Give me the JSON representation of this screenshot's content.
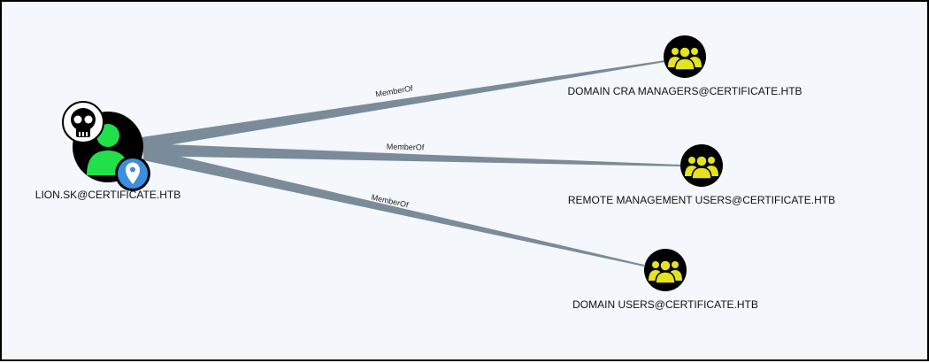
{
  "colors": {
    "background": "#f4f7fb",
    "border": "#000000",
    "edge": "#7a8b99",
    "node_fill": "#000000",
    "user_icon": "#22e04a",
    "group_icon": "#e3e31f",
    "pin": "#3b8fe0"
  },
  "graph": {
    "source": {
      "label": "LION.SK@CERTIFICATE.HTB",
      "type": "user",
      "icons": [
        "skull-icon",
        "user-icon",
        "location-pin-icon"
      ]
    },
    "targets": [
      {
        "id": "cra",
        "label": "DOMAIN CRA MANAGERS@CERTIFICATE.HTB",
        "type": "group",
        "icon": "group-icon"
      },
      {
        "id": "rmu",
        "label": "REMOTE MANAGEMENT USERS@CERTIFICATE.HTB",
        "type": "group",
        "icon": "group-icon"
      },
      {
        "id": "du",
        "label": "DOMAIN USERS@CERTIFICATE.HTB",
        "type": "group",
        "icon": "group-icon"
      }
    ],
    "edges": [
      {
        "from": "source",
        "to": "cra",
        "label": "MemberOf"
      },
      {
        "from": "source",
        "to": "rmu",
        "label": "MemberOf"
      },
      {
        "from": "source",
        "to": "du",
        "label": "MemberOf"
      }
    ]
  }
}
